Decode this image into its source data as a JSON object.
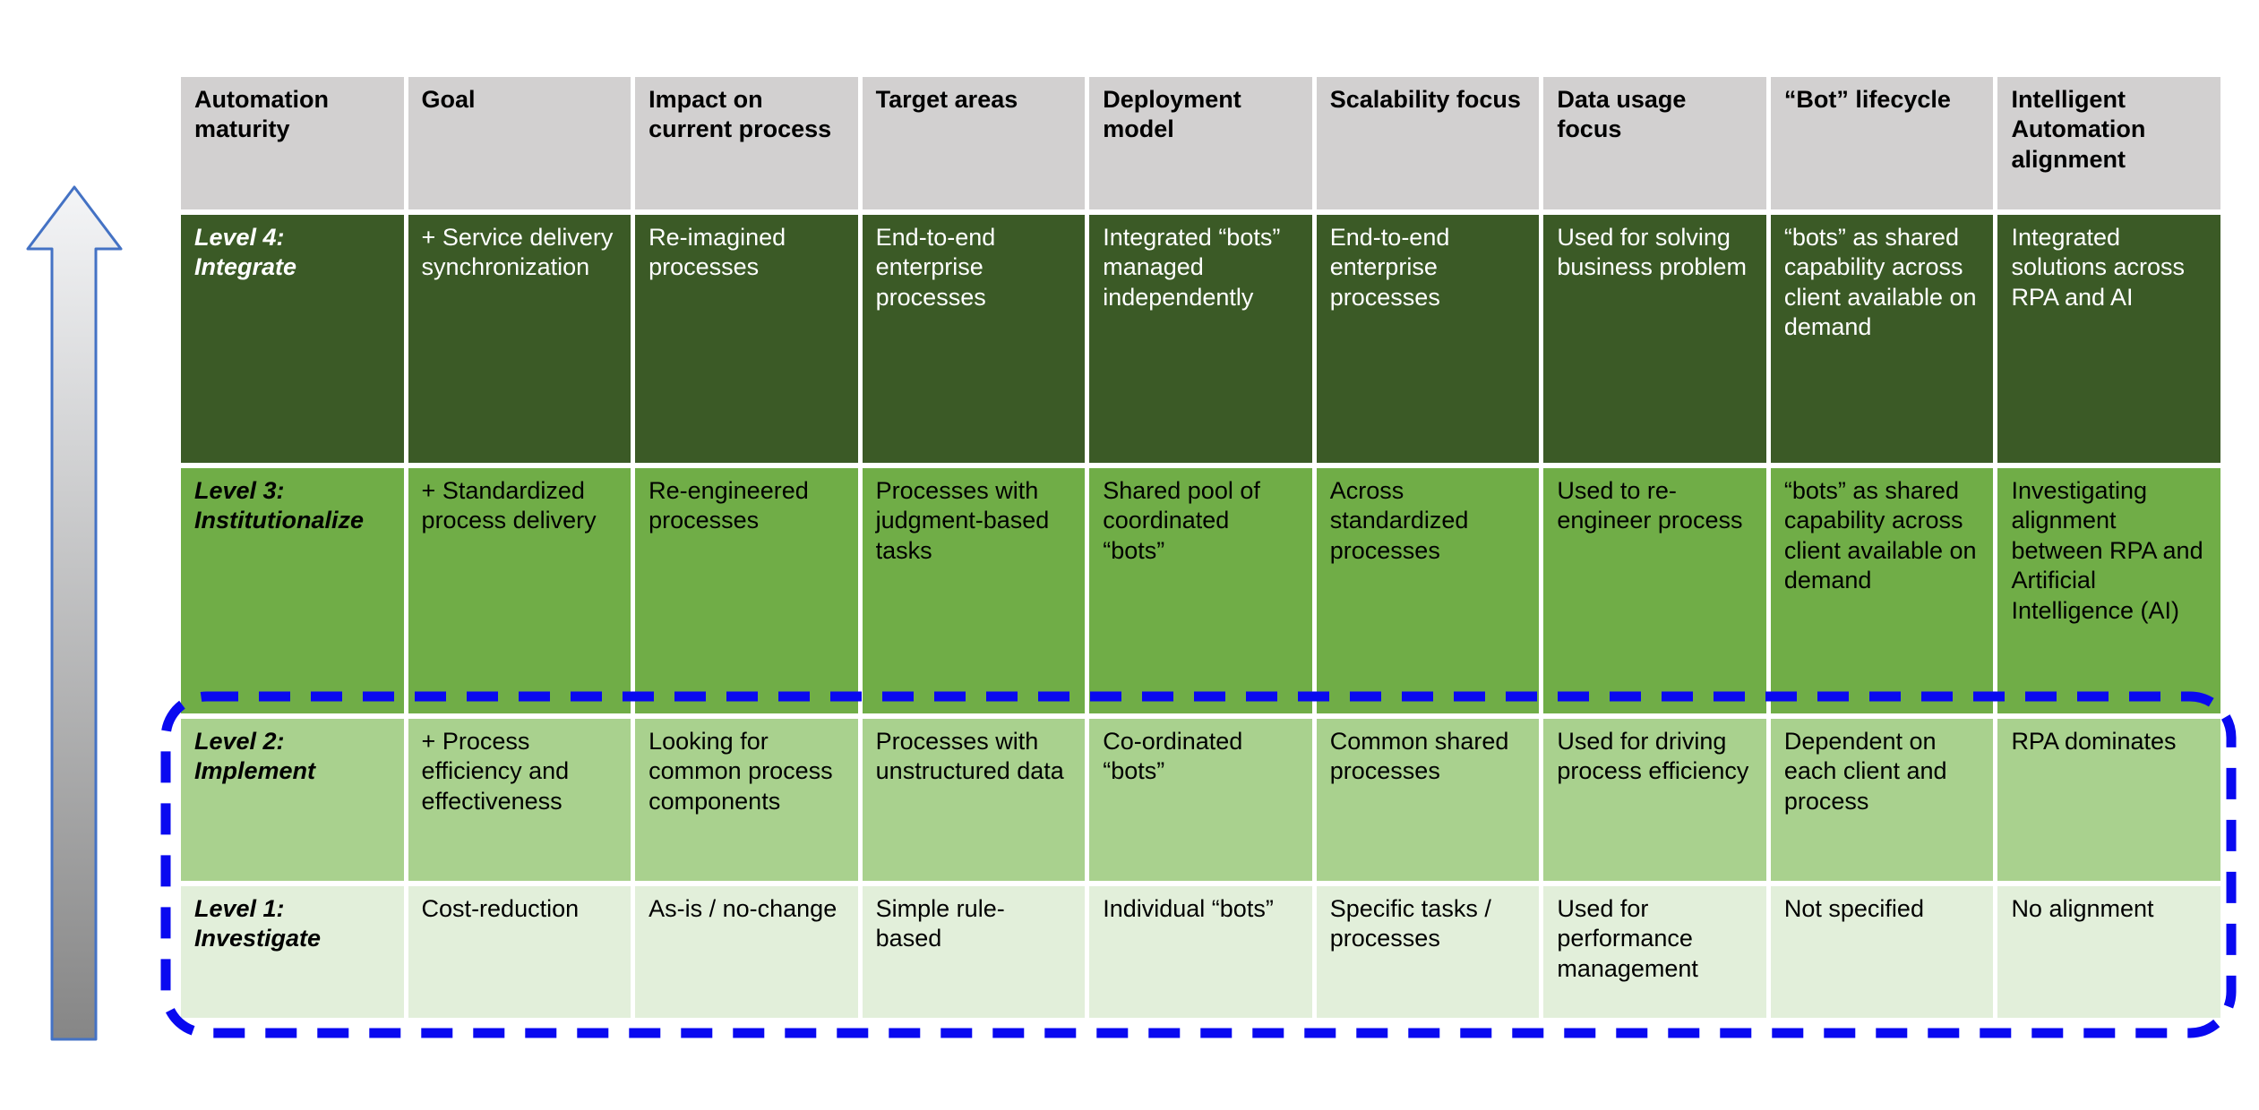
{
  "page": {
    "background": "#ffffff"
  },
  "colors": {
    "page-bg": "#ffffff",
    "header-bg": "#d2d0d0",
    "level4-bg": "#3b5a26",
    "level3-bg": "#70ad47",
    "level2-bg": "#a9d18e",
    "level1-bg": "#e2efda",
    "level4-text": "#ffffff",
    "body-text": "#000000",
    "highlight-blue": "#0909f0",
    "arrow-border": "#4472c4",
    "arrow-grad-top": "#f4f5f7",
    "arrow-grad-bottom": "#868686"
  },
  "table": {
    "headers": [
      "Automation maturity",
      "Goal",
      "Impact on current process",
      "Target areas",
      "Deployment model",
      "Scalability focus",
      "Data usage focus",
      "“Bot” lifecycle",
      "Intelligent Automation alignment"
    ],
    "rows": [
      {
        "level": "Level 4:",
        "name": "Integrate",
        "cells": [
          "+ Service delivery synchronization",
          "Re-imagined processes",
          "End-to-end enterprise processes",
          "Integrated “bots” managed independently",
          "End-to-end enterprise processes",
          "Used for solving business problem",
          "“bots” as shared capability across client available on demand",
          "Integrated solutions across RPA and AI"
        ]
      },
      {
        "level": "Level 3:",
        "name": "Institutionalize",
        "cells": [
          "+ Standardized process delivery",
          "Re-engineered processes",
          "Processes with judgment-based tasks",
          "Shared pool of coordinated “bots”",
          "Across standardized processes",
          "Used to re-engineer process",
          "“bots” as shared capability across client available on demand",
          "Investigating alignment between RPA and Artificial Intelligence (AI)"
        ]
      },
      {
        "level": "Level 2:",
        "name": "Implement",
        "cells": [
          "+ Process efficiency and effectiveness",
          "Looking for common process components",
          "Processes with unstructured data",
          "Co-ordinated “bots”",
          "Common shared processes",
          "Used for driving process efficiency",
          "Dependent on each client and process",
          "RPA dominates"
        ]
      },
      {
        "level": "Level 1:",
        "name": "Investigate",
        "cells": [
          "Cost-reduction",
          "As-is / no-change",
          "Simple rule-based",
          "Individual “bots”",
          "Specific tasks / processes",
          "Used for performance management",
          "Not specified",
          "No alignment"
        ]
      }
    ]
  }
}
